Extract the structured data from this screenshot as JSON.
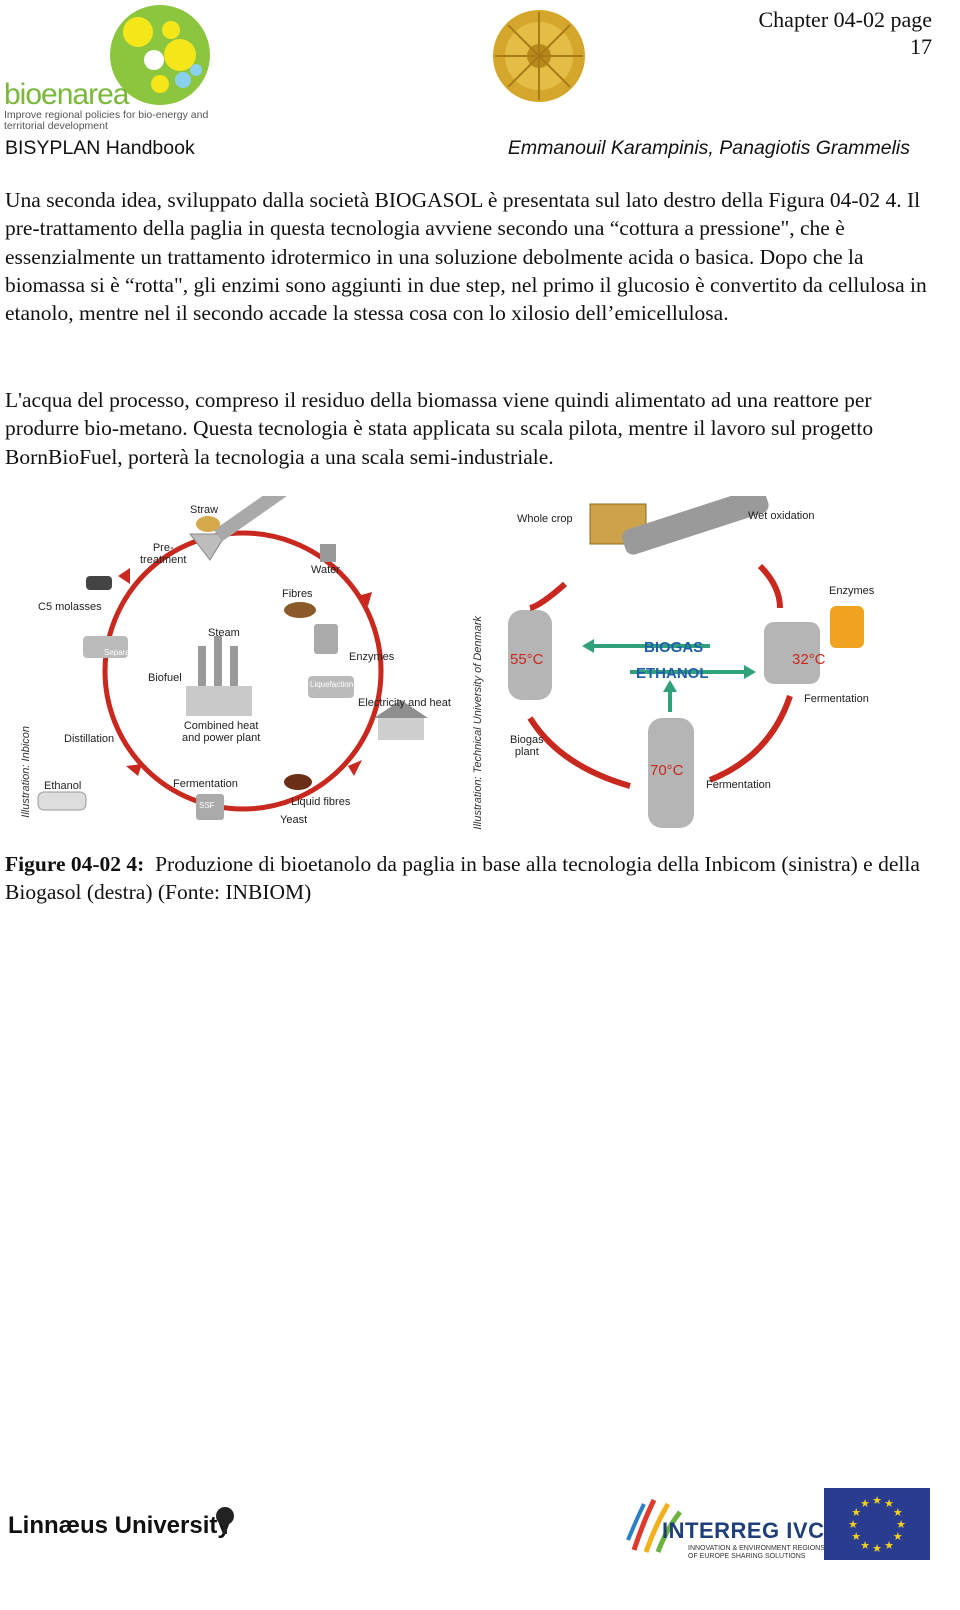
{
  "header": {
    "chapter_line1": "Chapter 04-02 page",
    "chapter_line2": "17",
    "handbook": "BISYPLAN Handbook",
    "authors": "Emmanouil Karampinis, Panagiotis Grammelis",
    "logo_text": "bioenarea",
    "logo_tagline": "Improve regional policies for bio-energy and territorial development"
  },
  "body": {
    "paragraph1": "Una seconda idea, sviluppato dalla società BIOGASOL è presentata sul lato destro della Figura 04-02 4. Il pre-trattamento della paglia in questa tecnologia avviene secondo una “cottura a pressione\", che è essenzialmente un trattamento idrotermico in una soluzione debolmente acida o basica. Dopo che la biomassa si è “rotta\", gli enzimi sono aggiunti in due step, nel primo il glucosio è convertito da cellulosa in etanolo, mentre nel il secondo accade la stessa cosa con lo xilosio dell’emicellulosa.",
    "paragraph2": "L'acqua del processo, compreso il residuo della biomassa viene quindi alimentato ad una reattore per produrre bio-metano. Questa tecnologia è stata applicata su scala pilota, mentre il lavoro sul progetto BornBioFuel, porterà la tecnologia a una scala semi-industriale."
  },
  "figure_left": {
    "labels": {
      "straw": "Straw",
      "pretreatment": "Pre-\ntreatment",
      "water": "Water",
      "c5": "C5 molasses",
      "fibres": "Fibres",
      "steam": "Steam",
      "enzymes": "Enzymes",
      "separation": "Separation",
      "biofuel": "Biofuel",
      "liquefaction": "Liquefaction",
      "electricity": "Electricity and heat",
      "chp": "Combined heat\nand power plant",
      "distillation": "Distillation",
      "ethanol": "Ethanol",
      "fermentation": "Fermentation",
      "ssf": "SSF",
      "liquid_fibres": "Liquid fibres",
      "yeast": "Yeast"
    },
    "credit": "Illustration: Inbicon"
  },
  "figure_right": {
    "labels": {
      "whole_crop": "Whole crop",
      "wet_oxidation": "Wet oxidation",
      "enzymes": "Enzymes",
      "biogas": "BIOGAS",
      "ethanol": "ETHANOL",
      "temp1": "55°C",
      "temp2": "32°C",
      "temp3": "70°C",
      "biogas_plant": "Biogas\nplant",
      "fermentation1": "Fermentation",
      "fermentation2": "Fermentation"
    },
    "credit": "Illustration: Technical University of Denmark"
  },
  "caption": {
    "label": "Figure 04-02 4:",
    "text": "Produzione di bioetanolo da paglia in base alla tecnologia della Inbicom (sinistra) e della Biogasol (destra) (Fonte: INBIOM)"
  },
  "footer": {
    "linnaeus": "Linnæus University",
    "interreg": "INTERREG IVC",
    "interreg_sub": "INNOVATION & ENVIRONMENT REGIONS OF EUROPE SHARING SOLUTIONS"
  },
  "colors": {
    "arrow_red": "#c8281e",
    "logo_green": "#7ab83a",
    "interreg_blue": "#1f3f7a",
    "eu_blue": "#2a3c8f",
    "eu_star": "#f2d21a"
  }
}
